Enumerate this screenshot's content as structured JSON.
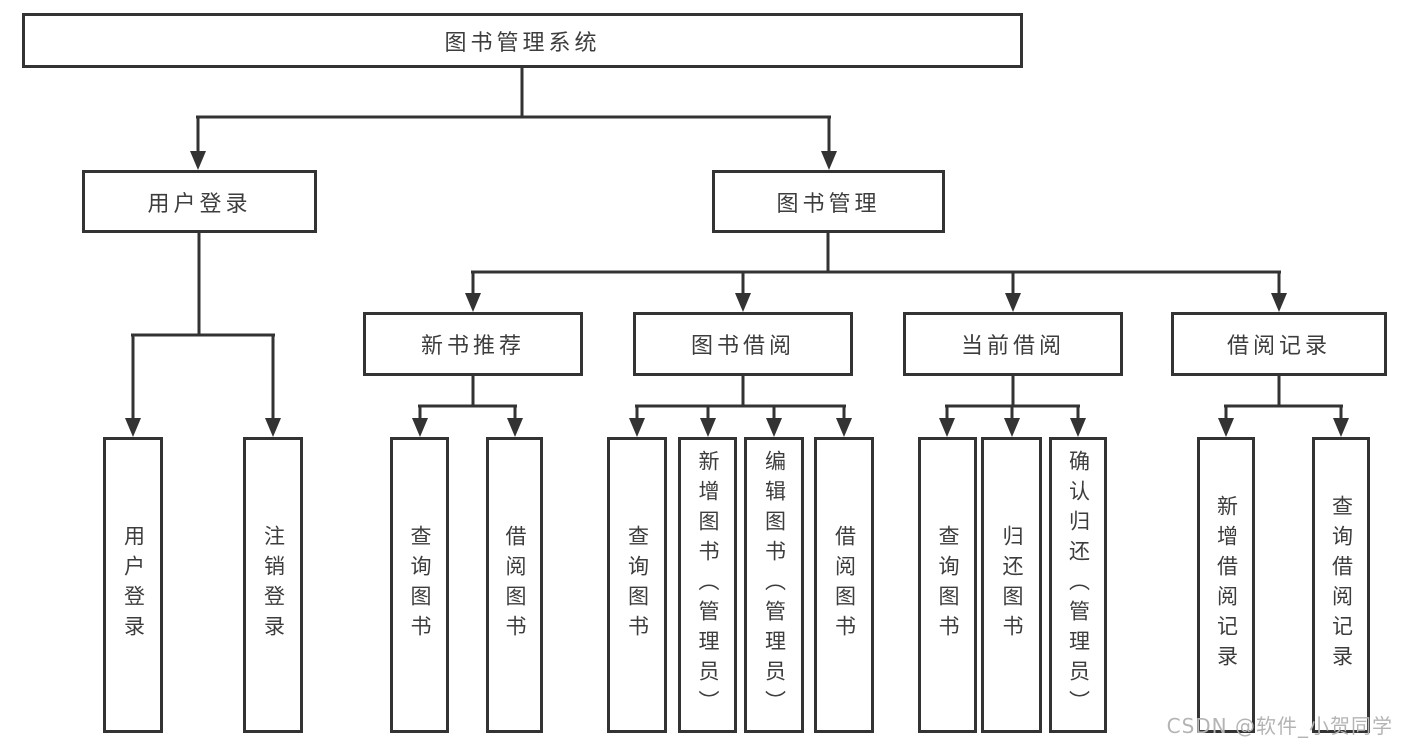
{
  "tree": {
    "root": {
      "label": "图书管理系统"
    },
    "branches": [
      {
        "label": "用户登录",
        "children": [
          {
            "label": "用户登录"
          },
          {
            "label": "注销登录"
          }
        ]
      },
      {
        "label": "图书管理",
        "children": [
          {
            "label": "新书推荐",
            "children": [
              {
                "label": "查询图书"
              },
              {
                "label": "借阅图书"
              }
            ]
          },
          {
            "label": "图书借阅",
            "children": [
              {
                "label": "查询图书"
              },
              {
                "label": "新增图书（管理员）"
              },
              {
                "label": "编辑图书（管理员）"
              },
              {
                "label": "借阅图书"
              }
            ]
          },
          {
            "label": "当前借阅",
            "children": [
              {
                "label": "查询图书"
              },
              {
                "label": "归还图书"
              },
              {
                "label": "确认归还（管理员）"
              }
            ]
          },
          {
            "label": "借阅记录",
            "children": [
              {
                "label": "新增借阅记录"
              },
              {
                "label": "查询借阅记录"
              }
            ]
          }
        ]
      }
    ]
  },
  "watermark": {
    "text": "CSDN @软件_小贺同学"
  },
  "colors": {
    "line": "#333333",
    "box_border": "#333333",
    "text": "#3d3d3d",
    "background": "#ffffff",
    "watermark": "#b4b4b4"
  }
}
